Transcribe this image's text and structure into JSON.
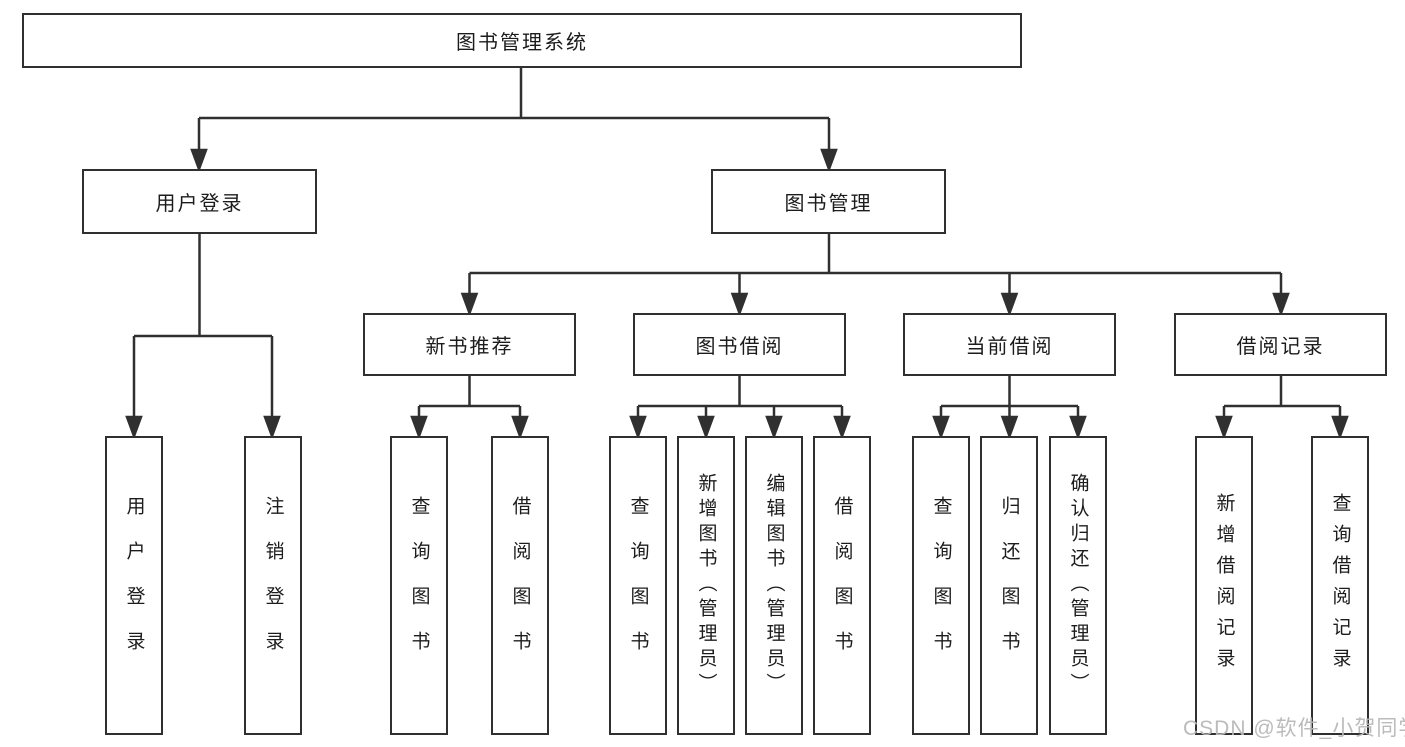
{
  "diagram": {
    "root": {
      "label": "图书管理系统"
    },
    "level1": [
      {
        "label": "用户登录"
      },
      {
        "label": "图书管理"
      }
    ],
    "level2": [
      {
        "label": "新书推荐"
      },
      {
        "label": "图书借阅"
      },
      {
        "label": "当前借阅"
      },
      {
        "label": "借阅记录"
      }
    ],
    "leaves": {
      "user": [
        "用户登录",
        "注销登录"
      ],
      "newbook": [
        "查询图书",
        "借阅图书"
      ],
      "borrow": [
        "查询图书",
        "新增图书（管理员）",
        "编辑图书（管理员）",
        "借阅图书"
      ],
      "current": [
        "查询图书",
        "归还图书",
        "确认归还（管理员）"
      ],
      "records": [
        "新增借阅记录",
        "查询借阅记录"
      ]
    }
  },
  "watermark": {
    "text": "CSDN @软件_小贺同学"
  },
  "colors": {
    "line": "#303030",
    "text": "#1c1c1c",
    "background": "#ffffff",
    "watermark": "#b7b7b7"
  }
}
